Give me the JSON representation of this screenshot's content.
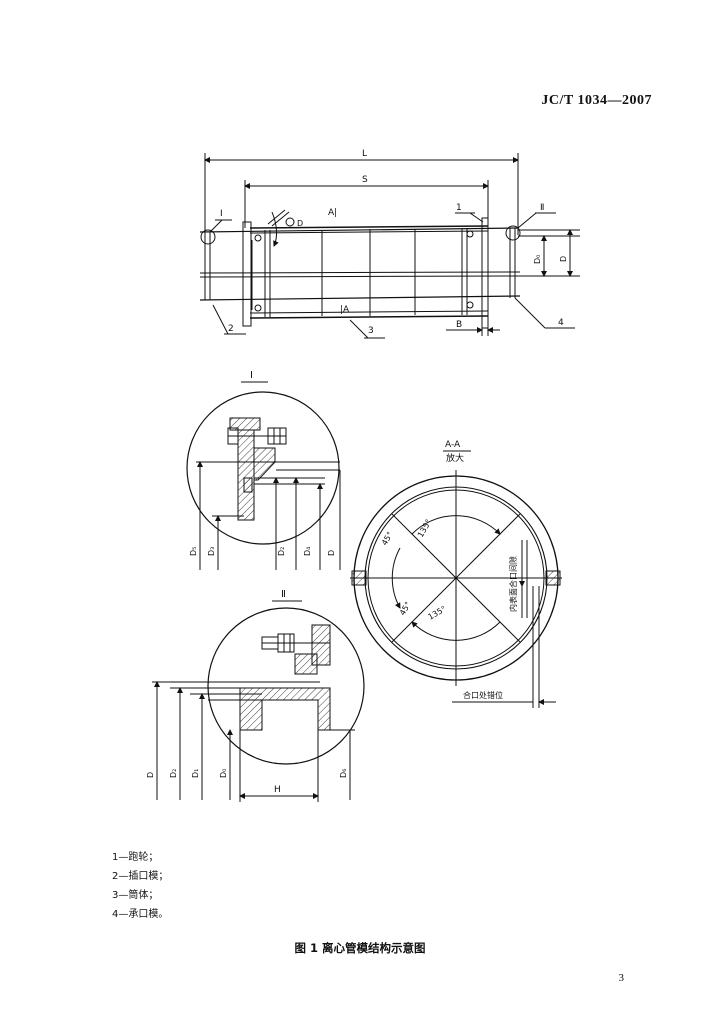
{
  "header": {
    "standard_code": "JC/T 1034—2007"
  },
  "elevation": {
    "dim_L": "L",
    "dim_S": "S",
    "section_A_top": "A|",
    "section_A_bottom": "|A",
    "callout_1": "1",
    "callout_2": "2",
    "callout_3": "3",
    "callout_4": "4",
    "detail_I": "Ⅰ",
    "detail_II": "Ⅱ",
    "dim_B": "B",
    "dim_D": "D",
    "dim_D0": "D₀"
  },
  "detail_I": {
    "title": "Ⅰ",
    "dims": [
      "D₅",
      "D₃",
      "D₂",
      "D₄",
      "D"
    ]
  },
  "detail_II": {
    "title": "Ⅱ",
    "dims": [
      "D",
      "D₂",
      "D₁",
      "D₀",
      "D₆"
    ],
    "dim_H": "H"
  },
  "section_AA": {
    "title": "A-A",
    "subtitle": "放大",
    "angle_1": "45°",
    "angle_2": "135°",
    "angle_3": "45°",
    "angle_4": "135°",
    "gap_label": "内表面合口间隙",
    "offset_label": "合口处错位"
  },
  "legend": [
    "1—跑轮；",
    "2—插口模；",
    "3—筒体；",
    "4—承口模。"
  ],
  "caption": "图 1   离心管模结构示意图",
  "page_number": "3"
}
